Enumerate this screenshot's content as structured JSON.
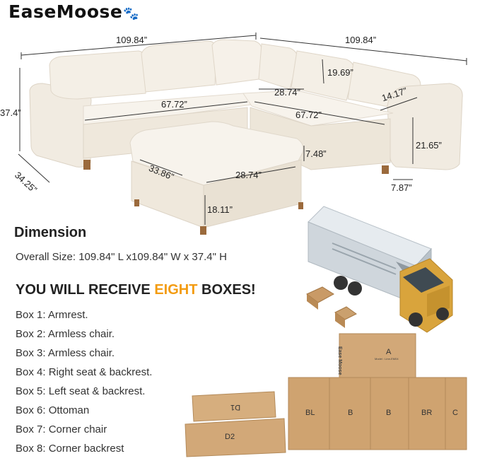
{
  "logo": {
    "text": "EaseMoose",
    "mark": "🐾"
  },
  "dimensions_diagram": {
    "top_left_width": "109.84”",
    "top_right_width": "109.84”",
    "height": "37.4”",
    "depth": "34.25”",
    "left_seat_length": "67.72”",
    "right_seat_length": "67.72”",
    "corner_depth": "28.74”",
    "backrest_height": "19.69”",
    "arm_width": "14.17”",
    "seat_height": "21.65”",
    "leg_height": "7.87”",
    "ottoman_gap": "7.48”",
    "ottoman_length": "33.86”",
    "ottoman_width": "28.74”",
    "ottoman_height": "18.11”"
  },
  "dimension": {
    "heading": "Dimension",
    "overall_size": "Overall Size: 109.84\" L x109.84\" W x 37.4\" H"
  },
  "boxes": {
    "heading_pre": "YOU WILL RECEIVE ",
    "heading_highlight": "EIGHT",
    "heading_post": " BOXES!",
    "items": [
      "Box 1: Armrest.",
      "Box 2: Armless chair.",
      "Box 3: Armless chair.",
      "Box 4: Right seat & backrest.",
      "Box 5: Left seat & backrest.",
      "Box 6: Ottoman",
      "Box 7: Corner chair",
      "Box 8: Corner backrest"
    ]
  },
  "carton_labels": {
    "a": "A",
    "d1": "D1",
    "d2": "D2",
    "bl": "BL",
    "b1": "B",
    "b2": "B",
    "br": "BR",
    "c": "C",
    "brand": "Ease Moose",
    "model": "Model : Line-EM04"
  },
  "colors": {
    "accent": "#f39c12",
    "sofa": "#f4efe6",
    "carton": "#d2a878",
    "truck_body": "#cfd6dc",
    "truck_cab": "#d9a43c"
  }
}
